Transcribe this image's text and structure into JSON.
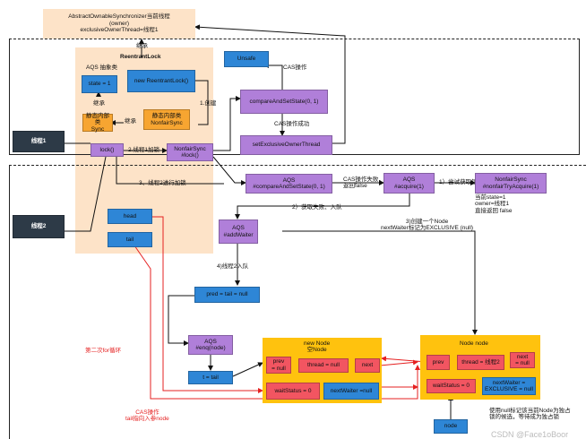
{
  "top_box": {
    "line1": "AbstractOwnableSynchronizer当前线程",
    "line2": "(owner)",
    "line3": "exclusiveOwnerThread=线程1"
  },
  "inherit_top": "继承",
  "reentrant_lock": {
    "title": "ReentrantLock",
    "new_label": "new ReentrantLock()",
    "aqs_abstract_label": "AQS 抽象类",
    "state_label": "state = 1",
    "inherit_left": "继承",
    "static_sync_label": "静态内部类\nSync",
    "inherit_mid": "继承",
    "nonfair_static_label": "静态内部类\nNonfairSync",
    "create_label": "1.创建"
  },
  "unsafe_label": "Unsafe",
  "cas_op_label": "CAS操作",
  "compare_and_set_label": "compareAndSetState(0, 1)",
  "cas_success_label": "CAS操作成功",
  "set_owner_label": "setExclusiveOwnerThread",
  "thread1_label": "线程1",
  "thread2_label": "线程2",
  "lock_label": "lock()",
  "thread1_lock_label": "2.线程1加锁",
  "nonfair_lock_label": "NonfairSync\n#lock()",
  "thread2_lock_label": "3、线程2进行加锁",
  "aqs_cas_label": "AQS\n#compareAndSetState(0, 1)",
  "cas_fail_label": "CAS操作失败，\n返回false",
  "aqs_acquire_label": "AQS\n#acquire(1)",
  "try_acquire_label": "1）尝试获取锁",
  "nonfair_try_label": "NonfairSync\n#nonfairTryAcquire(1)",
  "state_cond_label": "当前state=1\nowner=线程1\n直接返回 false",
  "fail_enqueue_label": "2）获取失败、入队",
  "head_label": "head",
  "tail_label": "tail",
  "aqs_add_waiter_label": "AQS\n#addWaiter",
  "create_node_label": "3)创建一个Node\nnextWaiter标记为EXCLUSIVE (null)",
  "thread2_enqueue_label": "4)线程2入队",
  "pred_label": "pred = tail = null",
  "second_loop_label": "第二次for循环",
  "aqs_enq_label": "AQS\n#enq(node)",
  "t_tail_label": "t = tail",
  "cas_op_red_label": "CAS操作\ntail指向入参node",
  "new_node": {
    "title": "new Node\n空Node",
    "prev": "prev\n= null",
    "thread": "thread = null",
    "next": "next",
    "wait_status": "waitStatus = 0",
    "next_waiter": "nextWaiter =null"
  },
  "node_node": {
    "title": "Node  node",
    "prev": "prev",
    "thread": "thread = 线程2",
    "next": "next\n= null",
    "wait_status": "waitStatus = 0",
    "next_waiter": "nextWaiter =\nEXCLUSIVE = null"
  },
  "node_label": "node",
  "null_note_label": "使用null标记该当前Node为独占\n锁的候选，等待成为独占锁",
  "watermark": "CSDN @Face1oBoor"
}
